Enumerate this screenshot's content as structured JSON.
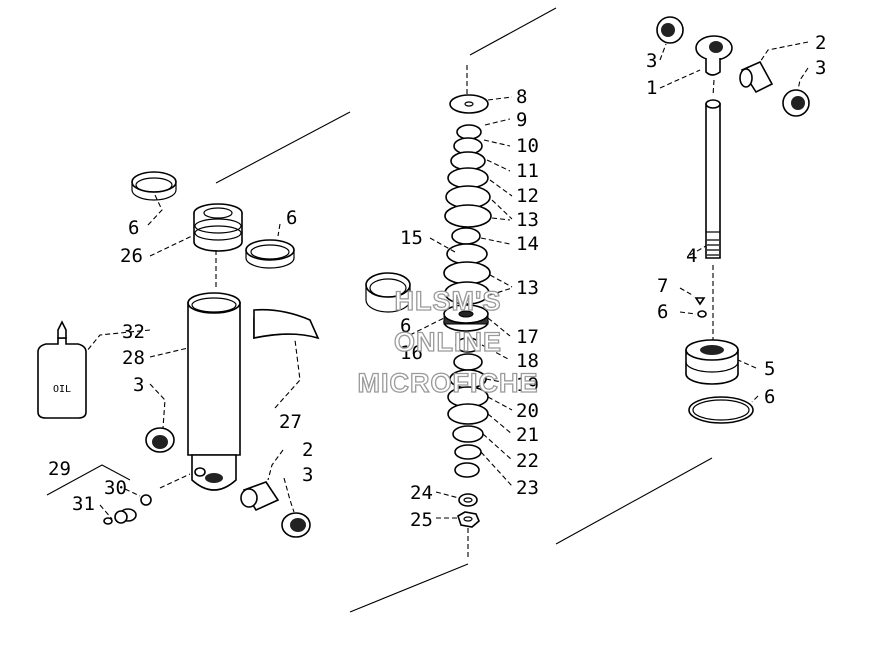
{
  "diagram": {
    "callouts": [
      {
        "id": "c-1",
        "text": "1"
      },
      {
        "id": "c-2a",
        "text": "2"
      },
      {
        "id": "c-2b",
        "text": "2"
      },
      {
        "id": "c-3a",
        "text": "3"
      },
      {
        "id": "c-3b",
        "text": "3"
      },
      {
        "id": "c-3c",
        "text": "3"
      },
      {
        "id": "c-3d",
        "text": "3"
      },
      {
        "id": "c-4",
        "text": "4"
      },
      {
        "id": "c-5",
        "text": "5"
      },
      {
        "id": "c-6a",
        "text": "6"
      },
      {
        "id": "c-6b",
        "text": "6"
      },
      {
        "id": "c-6c",
        "text": "6"
      },
      {
        "id": "c-6d",
        "text": "6"
      },
      {
        "id": "c-6e",
        "text": "6"
      },
      {
        "id": "c-7",
        "text": "7"
      },
      {
        "id": "c-8",
        "text": "8"
      },
      {
        "id": "c-9",
        "text": "9"
      },
      {
        "id": "c-10",
        "text": "10"
      },
      {
        "id": "c-11",
        "text": "11"
      },
      {
        "id": "c-12",
        "text": "12"
      },
      {
        "id": "c-13a",
        "text": "13"
      },
      {
        "id": "c-13b",
        "text": "13"
      },
      {
        "id": "c-14",
        "text": "14"
      },
      {
        "id": "c-15",
        "text": "15"
      },
      {
        "id": "c-16",
        "text": "16"
      },
      {
        "id": "c-17",
        "text": "17"
      },
      {
        "id": "c-18",
        "text": "18"
      },
      {
        "id": "c-19",
        "text": "19"
      },
      {
        "id": "c-20",
        "text": "20"
      },
      {
        "id": "c-21",
        "text": "21"
      },
      {
        "id": "c-22",
        "text": "22"
      },
      {
        "id": "c-23",
        "text": "23"
      },
      {
        "id": "c-24",
        "text": "24"
      },
      {
        "id": "c-25",
        "text": "25"
      },
      {
        "id": "c-26",
        "text": "26"
      },
      {
        "id": "c-27",
        "text": "27"
      },
      {
        "id": "c-28",
        "text": "28"
      },
      {
        "id": "c-29",
        "text": "29"
      },
      {
        "id": "c-30",
        "text": "30"
      },
      {
        "id": "c-31",
        "text": "31"
      },
      {
        "id": "c-32",
        "text": "32"
      }
    ],
    "oil_bottle_label": "OIL",
    "watermark": [
      "HLSM'S",
      "ONLINE",
      "MICROFICHE"
    ]
  }
}
